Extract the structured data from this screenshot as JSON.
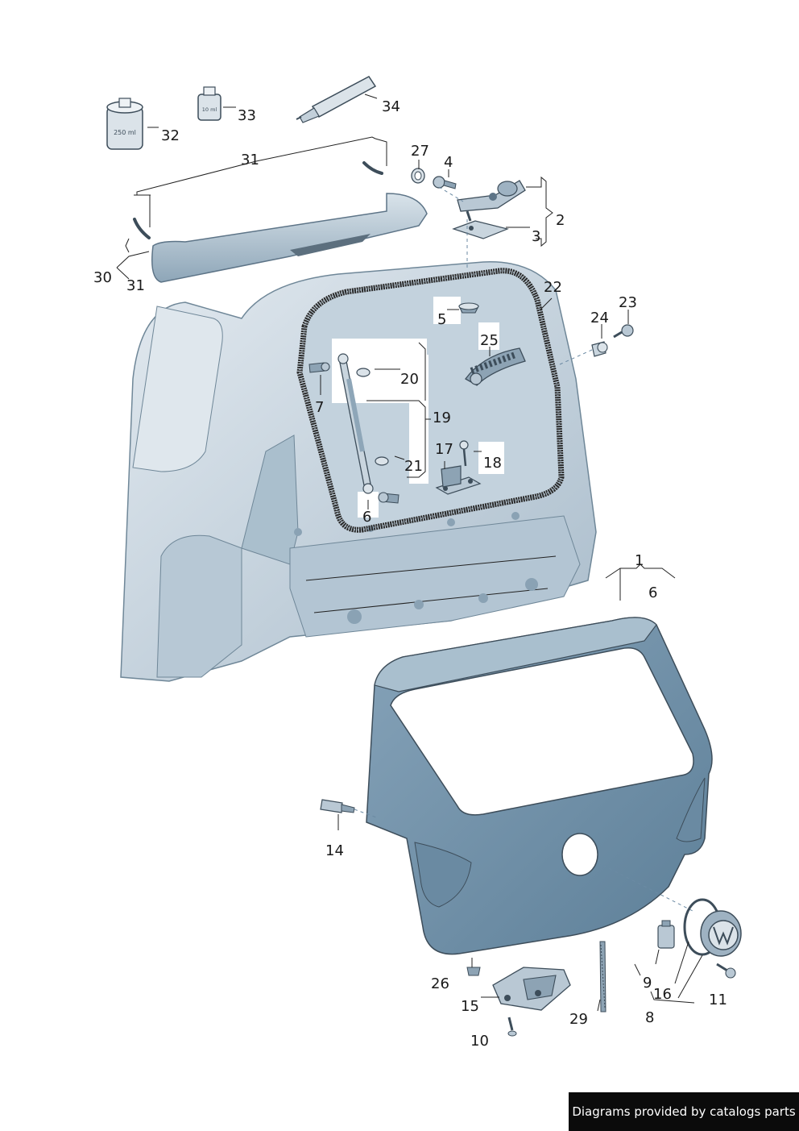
{
  "footer": {
    "credit": "Diagrams provided by catalogs parts"
  },
  "labels": {
    "p1": "1",
    "p2": "2",
    "p3": "3",
    "p4": "4",
    "p5": "5",
    "p6a": "6",
    "p6b": "6",
    "p7": "7",
    "p8": "8",
    "p9": "9",
    "p10": "10",
    "p11": "11",
    "p14": "14",
    "p15": "15",
    "p16": "16",
    "p17": "17",
    "p18": "18",
    "p19": "19",
    "p20": "20",
    "p21": "21",
    "p22": "22",
    "p23": "23",
    "p24": "24",
    "p25": "25",
    "p26": "26",
    "p27": "27",
    "p29": "29",
    "p30": "30",
    "p31a": "31",
    "p31b": "31",
    "p32": "32",
    "p33": "33",
    "p34": "34"
  },
  "containers": {
    "can_volume": "250 ml",
    "bottle_volume": "10 ml"
  },
  "colors": {
    "body": "#c9d6e0",
    "body_dark": "#9fb4c4",
    "tailgate": "#6f90a8",
    "tailgate_light": "#a9bfce",
    "seal": "#2a2a2a",
    "outline": "#3d4d5a"
  },
  "icons": {
    "emblem": "vw-emblem-icon"
  }
}
